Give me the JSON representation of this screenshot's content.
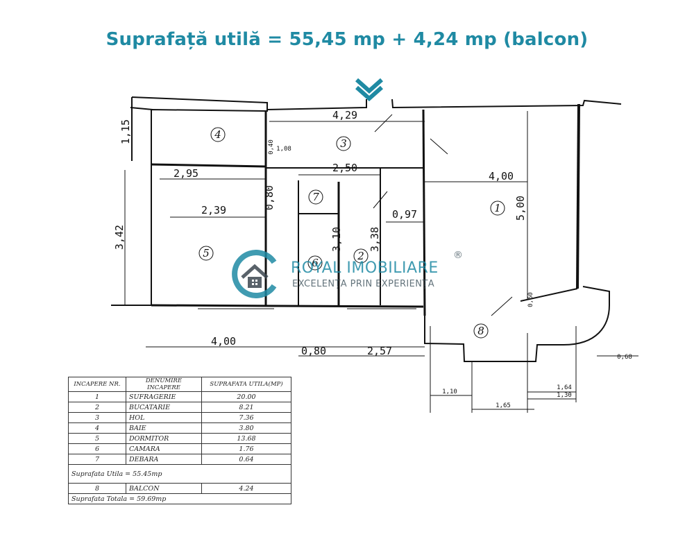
{
  "header": {
    "title": "Suprafață utilă = 55,45 mp + 4,24 mp (balcon)",
    "accent_color": "#1f8aa3",
    "marker_icon": "double-chevron-down-icon"
  },
  "plan": {
    "rooms": [
      "1",
      "2",
      "3",
      "4",
      "5",
      "6",
      "7",
      "8"
    ],
    "dimensions": [
      "1,15",
      "4,29",
      "0,40",
      "1,08",
      "2,95",
      "2,50",
      "4,00",
      "2,39",
      "0,80",
      "0,97",
      "5,00",
      "3,42",
      "3,10",
      "3,38",
      "4,00",
      "0,80",
      "2,57",
      "0,60",
      "0,68",
      "1,10",
      "1,64",
      "1,30",
      "1,65"
    ]
  },
  "logo": {
    "brand": "ROYAL IMOBILIARE",
    "tagline": "EXCELENȚA PRIN EXPERIENȚA",
    "registered": "®",
    "icon": "house-in-circle-icon"
  },
  "table": {
    "headers": [
      "INCAPERE NR.",
      "DENUMIRE INCAPERE",
      "SUPRAFATA UTILA(MP)"
    ],
    "rows": [
      {
        "nr": "1",
        "name": "SUFRAGERIE",
        "area": "20.00"
      },
      {
        "nr": "2",
        "name": "BUCATARIE",
        "area": "8.21"
      },
      {
        "nr": "3",
        "name": "HOL",
        "area": "7.36"
      },
      {
        "nr": "4",
        "name": "BAIE",
        "area": "3.80"
      },
      {
        "nr": "5",
        "name": "DORMITOR",
        "area": "13.68"
      },
      {
        "nr": "6",
        "name": "CAMARA",
        "area": "1.76"
      },
      {
        "nr": "7",
        "name": "DEBARA",
        "area": "0.64"
      }
    ],
    "util_total": "Suprafata Utila = 55.45mp",
    "balcony": {
      "nr": "8",
      "name": "BALCON",
      "area": "4.24"
    },
    "grand_total": "Suprafata Totala = 59.69mp"
  }
}
